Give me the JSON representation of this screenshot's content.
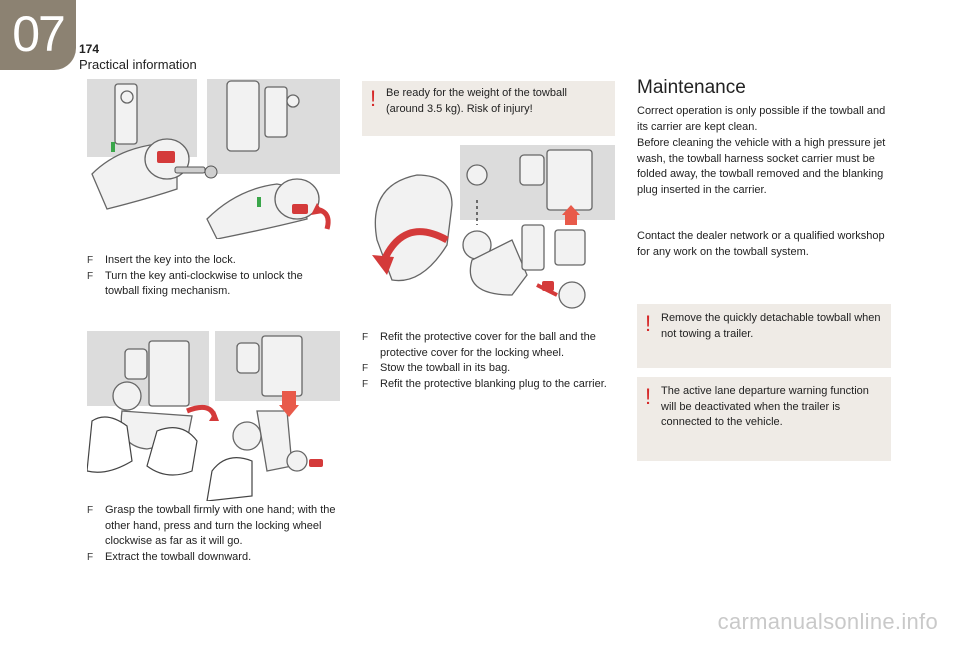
{
  "header": {
    "chapter": "07",
    "page_number": "174",
    "section": "Practical information"
  },
  "steps_unlock": [
    "Insert the key into the lock.",
    "Turn the key anti-clockwise to unlock the towball fixing mechanism."
  ],
  "steps_remove": [
    "Grasp the towball firmly with one hand; with the other hand, press and turn the locking wheel clockwise as far as it will go.",
    "Extract the towball downward."
  ],
  "steps_stow": [
    "Refit the protective cover for the ball and the protective cover for the locking wheel.",
    "Stow the towball in its bag.",
    "Refit the protective blanking plug to the carrier."
  ],
  "bullet_glyph": "F",
  "warnings": {
    "weight": "Be ready for the weight of the towball (around 3.5 kg). Risk of injury!",
    "detach": "Remove the quickly detachable towball when not towing a trailer.",
    "lane": "The active lane departure warning function will be deactivated when the trailer is connected to the vehicle."
  },
  "maintenance": {
    "title": "Maintenance",
    "para1": "Correct operation is only possible if the towball and its carrier are kept clean.",
    "para2": "Before cleaning the vehicle with a high pressure jet wash, the towball harness socket carrier must be folded away, the towball removed and the blanking plug inserted in the carrier.",
    "para3": "Contact the dealer network or a qualified workshop for any work on the towball system."
  },
  "watermark": "carmanualsonline.info",
  "colors": {
    "chapter_tab": "#8c8272",
    "warning_bg": "#efebe6",
    "warning_mark": "#d62a2a",
    "arrow_red": "#d43a3a"
  }
}
